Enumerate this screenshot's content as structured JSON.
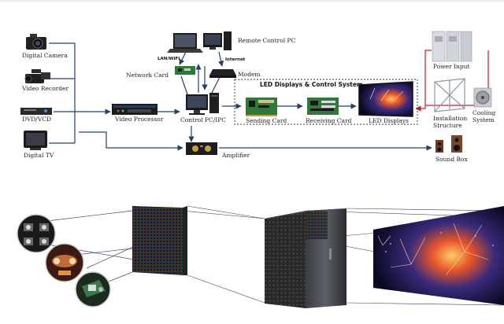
{
  "diagram": {
    "sources": {
      "camera": "Digital Camera",
      "recorder": "Video Recorder",
      "dvd": "DVD/VCD",
      "tv": "Digital TV"
    },
    "video_processor": "Video Processor",
    "control_pc": "Control PC/IPC",
    "remote_pc": "Remote Control PC",
    "network_card": "Network Card",
    "lan_wifi": "LAN/WIFI",
    "internet": "Internet",
    "modem": "Modem",
    "system_title": "LED Displays & Control System",
    "sending_card": "Sending Card",
    "receiving_card": "Receiving Card",
    "led_displays": "LED Displays",
    "power_input": "Power Input",
    "installation_structure": "Installation Structure",
    "cooling_system": "Cooling System",
    "amplifier": "Amplifier",
    "sound_box": "Sound Box"
  },
  "colors": {
    "arrow": "#24406a",
    "power_line": "#c0202a",
    "dashed_box": "#333333",
    "pcb_green": "#2f7a3a",
    "led_red": "#c41e24",
    "led_green": "#2a9a3a",
    "led_blue": "#2050c8"
  },
  "icons": {
    "camera": "camera-icon",
    "recorder": "video-recorder-icon",
    "dvd": "dvd-player-icon",
    "tv": "tv-icon",
    "processor": "video-processor-icon",
    "pc": "desktop-pc-icon",
    "laptop": "laptop-icon",
    "modem": "modem-icon",
    "card": "circuit-card-icon",
    "cabinet": "power-cabinet-icon",
    "frame": "installation-frame-icon",
    "fan": "cooling-fan-icon",
    "amplifier": "amplifier-icon",
    "speaker": "speaker-icon"
  }
}
